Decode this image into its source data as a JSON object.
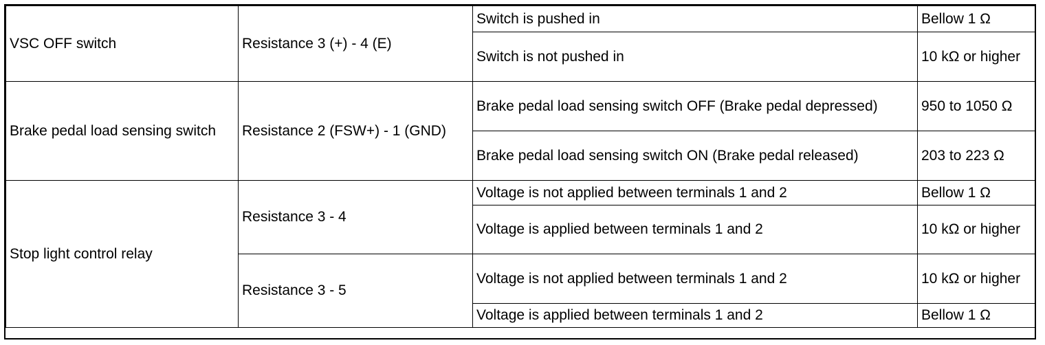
{
  "rows": [
    {
      "component": "VSC OFF switch",
      "tests": [
        {
          "measurement": "Resistance 3 (+) - 4 (E)",
          "conditions": [
            {
              "condition": "Switch is pushed in",
              "spec": "Bellow 1 Ω"
            },
            {
              "condition": "Switch is not pushed in",
              "spec": "10 kΩ or higher"
            }
          ]
        }
      ]
    },
    {
      "component": "Brake pedal load sensing switch",
      "tests": [
        {
          "measurement": "Resistance 2 (FSW+) - 1 (GND)",
          "conditions": [
            {
              "condition": "Brake pedal load sensing switch OFF (Brake pedal depressed)",
              "spec": "950 to 1050 Ω"
            },
            {
              "condition": "Brake pedal load sensing switch ON (Brake pedal released)",
              "spec": "203 to 223 Ω"
            }
          ]
        }
      ]
    },
    {
      "component": "Stop light control relay",
      "tests": [
        {
          "measurement": "Resistance 3 - 4",
          "conditions": [
            {
              "condition": "Voltage is not applied between terminals 1 and 2",
              "spec": "Bellow 1 Ω"
            },
            {
              "condition": "Voltage is applied between terminals 1 and 2",
              "spec": "10 kΩ or higher"
            }
          ]
        },
        {
          "measurement": "Resistance 3 - 5",
          "conditions": [
            {
              "condition": "Voltage is not applied between terminals 1 and 2",
              "spec": "10 kΩ or higher"
            },
            {
              "condition": "Voltage is applied between terminals 1 and 2",
              "spec": "Bellow 1 Ω"
            }
          ]
        }
      ]
    }
  ]
}
